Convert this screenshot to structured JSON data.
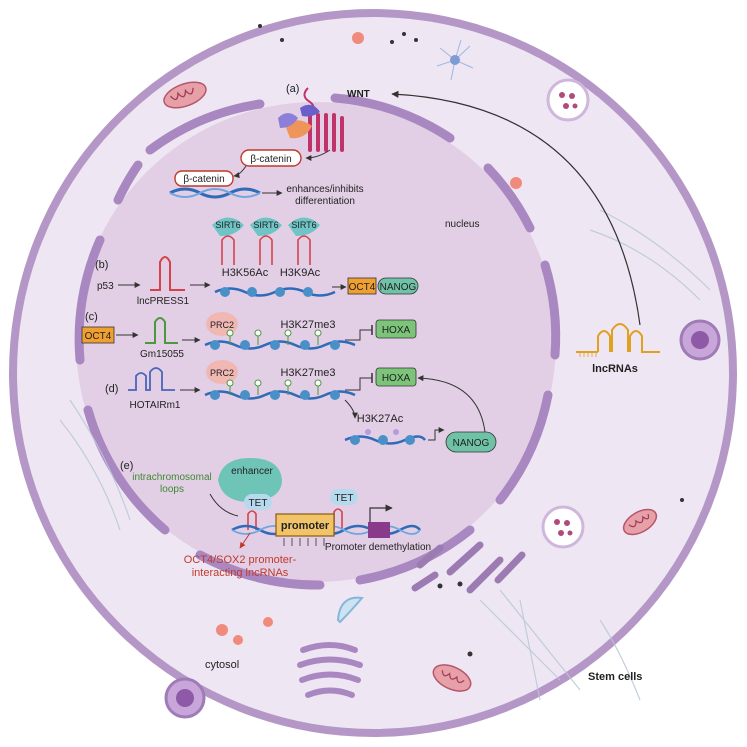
{
  "labels": {
    "wnt": "WNT",
    "nucleus": "nucleus",
    "cytosol": "cytosol",
    "stem_cells": "Stem cells",
    "lncrnas": "lncRNAs"
  },
  "panel_a": {
    "tag": "(a)",
    "beta_catenin_1": "β-catenin",
    "beta_catenin_2": "β-catenin",
    "effect_line1": "enhances/inhibits",
    "effect_line2": "differentiation"
  },
  "panel_b": {
    "tag": "(b)",
    "p53": "p53",
    "lnc": "lncPRESS1",
    "sirt6": "SIRT6",
    "h3k56ac": "H3K56Ac",
    "h3k9ac": "H3K9Ac",
    "oct4": "OCT4",
    "nanog": "NANOG"
  },
  "panel_c": {
    "tag": "(c)",
    "oct4": "OCT4",
    "lnc": "Gm15055",
    "prc2": "PRC2",
    "mark": "H3K27me3",
    "hoxa": "HOXA"
  },
  "panel_d": {
    "tag": "(d)",
    "lnc": "HOTAIRm1",
    "prc2": "PRC2",
    "mark": "H3K27me3",
    "hoxa": "HOXA",
    "h3k27ac": "H3K27Ac",
    "nanog": "NANOG"
  },
  "panel_e": {
    "tag": "(e)",
    "enhancer": "enhancer",
    "loops_line1": "intrachromosomal",
    "loops_line2": "loops",
    "tet": "TET",
    "promoter": "promoter",
    "demethylation": "Promoter demethylation",
    "lnc_line1": "OCT4/SOX2 promoter-",
    "lnc_line2": "interacting lncRNAs"
  },
  "colors": {
    "cell_fill": "#efe6f3",
    "cell_border": "#b597c7",
    "nucleus_fill": "#e3cfe5",
    "envelope": "#a987c0",
    "oct4": "#f0a030",
    "nanog": "#6fc2a6",
    "hoxa": "#7cc47a",
    "promoter": "#f2c46a",
    "lnc_red": "#d6424a",
    "loops_green": "#3c8a30"
  }
}
